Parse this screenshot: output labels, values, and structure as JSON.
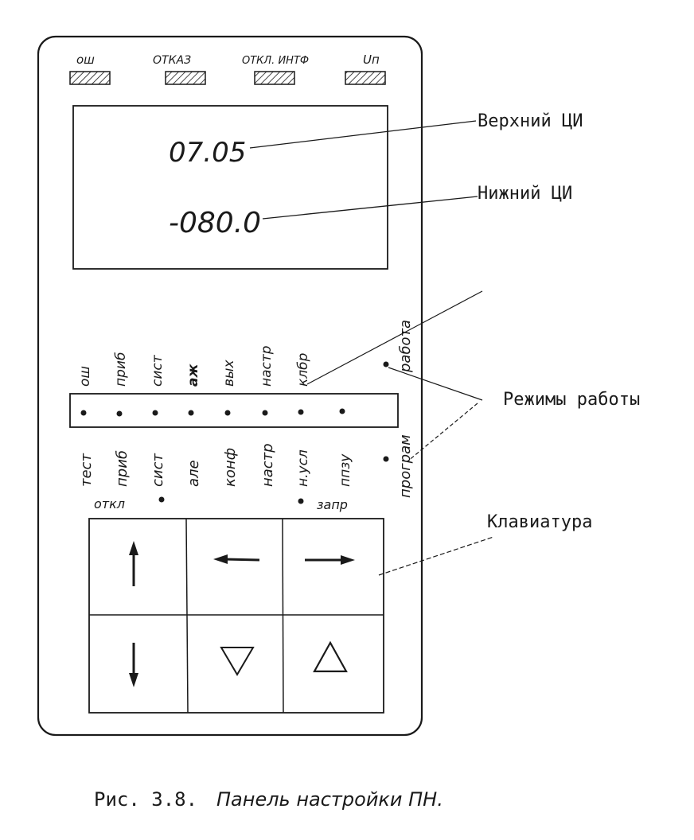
{
  "indicators": [
    {
      "label": "ош"
    },
    {
      "label": "ОТКАЗ"
    },
    {
      "label": "ОТКЛ. ИНТФ"
    },
    {
      "label": "Uп"
    }
  ],
  "display": {
    "upper_value": "07.05",
    "lower_value": "-080.0",
    "upper_callout": "Верхний ЦИ",
    "lower_callout": "Нижний ЦИ"
  },
  "modes_callout": "Режимы работы",
  "keyboard_callout": "Клавиатура",
  "modes_top": [
    "ош",
    "приб",
    "сист",
    "аж",
    "вых",
    "настр",
    "клбр"
  ],
  "modes_bottom": [
    "тест",
    "приб",
    "сист",
    "але",
    "конф",
    "настр",
    "н.усл",
    "ппзу"
  ],
  "mode_right_top": "работа",
  "mode_right_bottom": "програм",
  "off_label": "откл",
  "write_label": "запр",
  "keys": [
    {
      "icon": "arrow-up"
    },
    {
      "icon": "arrow-left"
    },
    {
      "icon": "arrow-right"
    },
    {
      "icon": "arrow-down"
    },
    {
      "icon": "triangle-down"
    },
    {
      "icon": "triangle-up"
    }
  ],
  "caption": {
    "prefix": "Рис. 3.8.",
    "text": "Панель настройки ПН."
  }
}
